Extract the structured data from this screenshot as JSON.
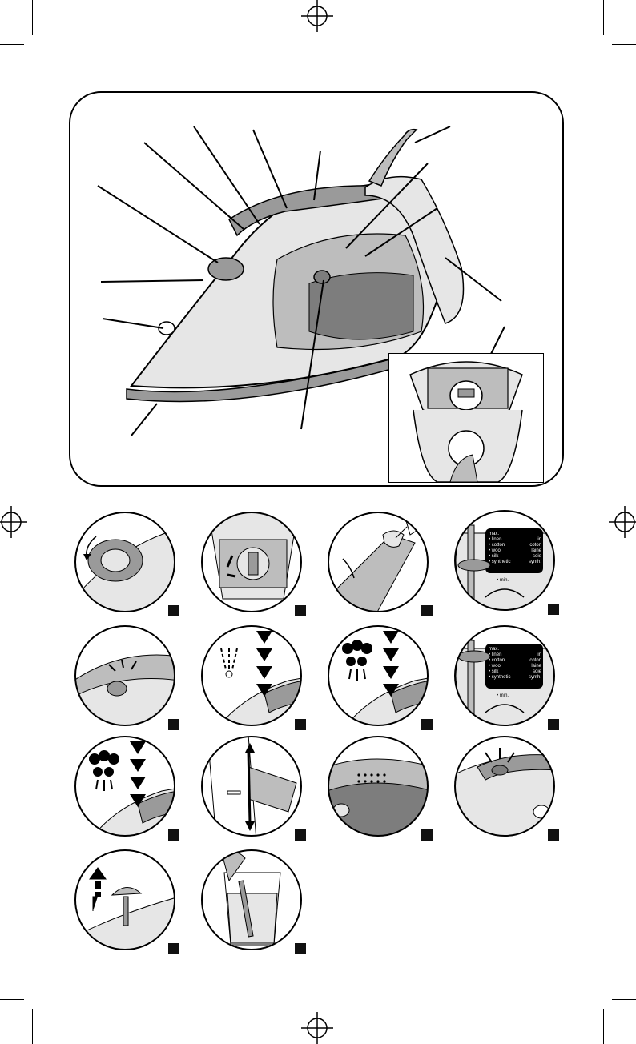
{
  "colors": {
    "outline": "#000000",
    "soleplate": "#9a9a9a",
    "body_light": "#e6e6e6",
    "body_mid": "#bdbdbd",
    "body_dark": "#7d7d7d",
    "badge": "#111111"
  },
  "labels": {
    "max": "max.",
    "linen": "• linen",
    "cotton": "• cotton",
    "wool": "• wool",
    "silk": "• silk",
    "synthetic": "• synthetic",
    "min": "• min.",
    "lin": "lin",
    "coton": "coton",
    "laine": "laine",
    "soie": "soie",
    "synth": "synth."
  },
  "steps": [
    {
      "id": 1,
      "icon": "steam-dial-turn-icon"
    },
    {
      "id": 2,
      "icon": "water-tank-cap-icon"
    },
    {
      "id": 3,
      "icon": "fill-water-icon"
    },
    {
      "id": 4,
      "icon": "temperature-dial-icon"
    },
    {
      "id": 5,
      "icon": "indicator-light-icon"
    },
    {
      "id": 6,
      "icon": "spray-icon"
    },
    {
      "id": 7,
      "icon": "steam-shot-icon"
    },
    {
      "id": 8,
      "icon": "temperature-dial-max-icon"
    },
    {
      "id": 9,
      "icon": "vertical-steam-icon"
    },
    {
      "id": 10,
      "icon": "vertical-ironing-icon"
    },
    {
      "id": 11,
      "icon": "soleplate-vents-icon"
    },
    {
      "id": 12,
      "icon": "auto-off-light-icon"
    },
    {
      "id": 13,
      "icon": "remove-valve-icon"
    },
    {
      "id": 14,
      "icon": "soak-valve-icon"
    }
  ]
}
